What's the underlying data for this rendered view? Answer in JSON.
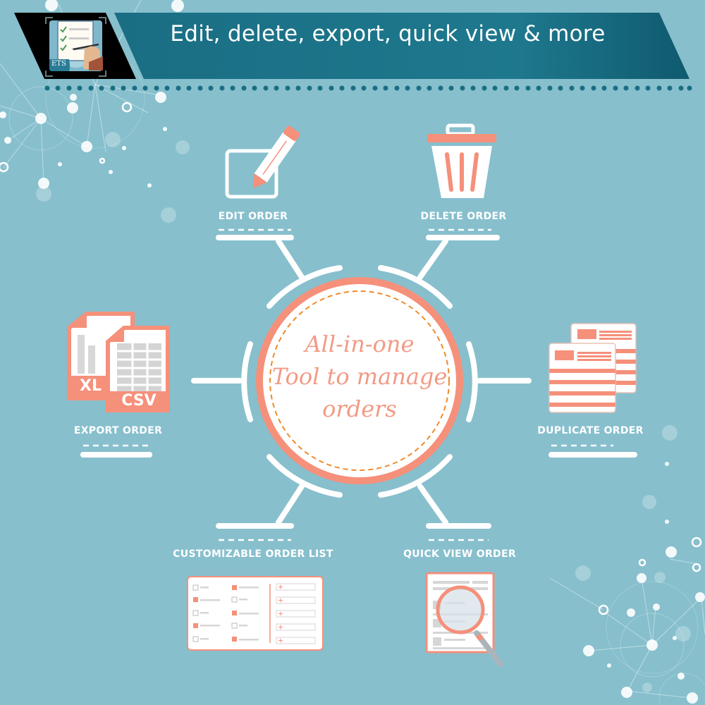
{
  "header": {
    "title": "Edit, delete, export, quick view & more",
    "logo_text": "ETS",
    "banner_color": "#1b6f84",
    "logo_bg_color": "#000000"
  },
  "colors": {
    "background": "#87bfcd",
    "accent": "#f5907a",
    "dashed_ring": "#f08a2a",
    "white": "#ffffff"
  },
  "center": {
    "line1": "All-in-one",
    "line2": "Tool to manage",
    "line3": "orders"
  },
  "features": [
    {
      "id": "edit",
      "label": "EDIT ORDER",
      "icon": "pencil-edit-icon"
    },
    {
      "id": "delete",
      "label": "DELETE ORDER",
      "icon": "trash-icon"
    },
    {
      "id": "export",
      "label": "EXPORT ORDER",
      "icon": "xls-csv-file-icon",
      "file1": "XL",
      "file2": "CSV"
    },
    {
      "id": "duplicate",
      "label": "DUPLICATE ORDER",
      "icon": "duplicate-documents-icon"
    },
    {
      "id": "customize",
      "label": "CUSTOMIZABLE ORDER LIST",
      "icon": "checklist-icon"
    },
    {
      "id": "quickview",
      "label": "QUICK VIEW ORDER",
      "icon": "magnifier-document-icon"
    }
  ]
}
